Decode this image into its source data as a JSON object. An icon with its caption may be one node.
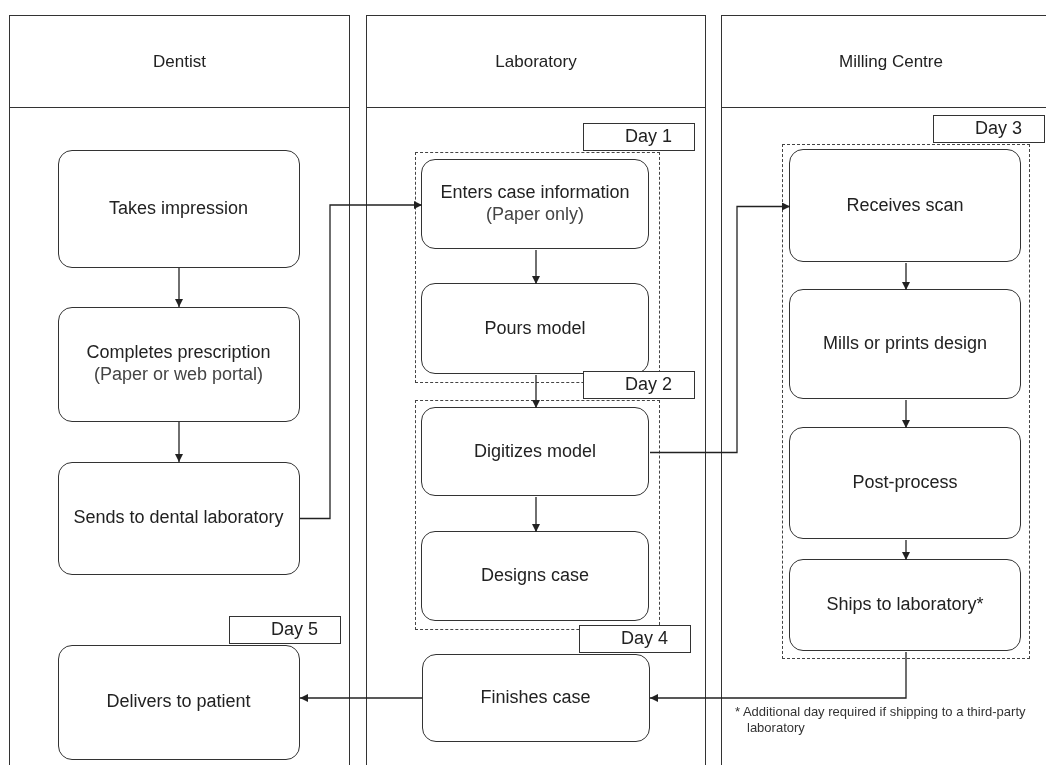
{
  "diagram": {
    "nodes": [
      {
        "text": [
          "Dentist"
        ]
      },
      {
        "text": [
          "Takes impression"
        ],
        "in": 0
      },
      {
        "text": [
          "Completes prescription",
          "(Paper or web portal)"
        ],
        "in": 0
      },
      {
        "text": [
          "Sends to dental laboratory"
        ],
        "in": 0
      },
      {
        "text": [
          "Delivers to patient"
        ],
        "in": 0,
        "beside": [
          "Day 5"
        ]
      },
      {
        "text": [
          "Laboratory"
        ]
      },
      {
        "text": [
          "Day 1"
        ],
        "in": 5
      },
      {
        "text": [
          "Enters case information",
          "(Paper only)"
        ],
        "in": 6
      },
      {
        "text": [
          "Pours model"
        ],
        "in": 6
      },
      {
        "text": [
          "Day 2"
        ],
        "in": 5
      },
      {
        "text": [
          "Digitizes model"
        ],
        "in": 9
      },
      {
        "text": [
          "Designs case"
        ],
        "in": 9
      },
      {
        "text": [
          "Finishes case"
        ],
        "in": 5,
        "beside": [
          "Day 4"
        ]
      },
      {
        "text": [
          "Milling Centre"
        ]
      },
      {
        "text": [
          "Day 3"
        ],
        "in": 13
      },
      {
        "text": [
          "Receives scan"
        ],
        "in": 14
      },
      {
        "text": [
          "Mills or prints design"
        ],
        "in": 14
      },
      {
        "text": [
          "Post-process"
        ],
        "in": 14
      },
      {
        "text": [
          "Ships to laboratory*"
        ],
        "in": 14
      }
    ],
    "edges": [
      {
        "from": 1,
        "to": 2,
        "arrow": "to"
      },
      {
        "from": 2,
        "to": 3,
        "arrow": "to"
      },
      {
        "from": 3,
        "to": 7,
        "arrow": "to"
      },
      {
        "from": 7,
        "to": 8,
        "arrow": "to"
      },
      {
        "from": 8,
        "to": 10,
        "arrow": "to"
      },
      {
        "from": 10,
        "to": 15,
        "arrow": "to"
      },
      {
        "from": 10,
        "to": 11,
        "arrow": "to"
      },
      {
        "from": 15,
        "to": 16,
        "arrow": "to"
      },
      {
        "from": 16,
        "to": 17,
        "arrow": "to"
      },
      {
        "from": 17,
        "to": 18,
        "arrow": "to"
      },
      {
        "from": 18,
        "to": 12,
        "arrow": "to"
      },
      {
        "from": 12,
        "to": 4,
        "arrow": "to"
      }
    ],
    "labels": [
      "* Additional day required if shipping to a third-party laboratory"
    ]
  }
}
